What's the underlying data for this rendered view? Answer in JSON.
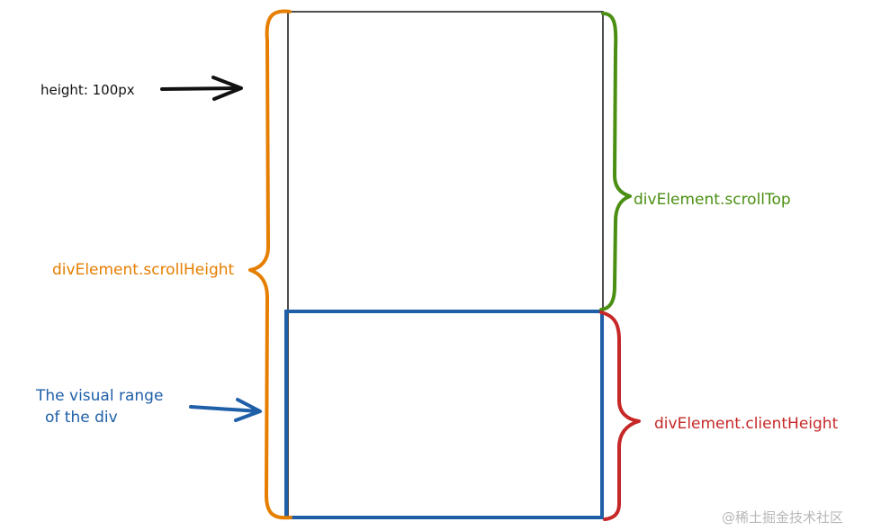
{
  "labels": {
    "height_label": "height: 100px",
    "scroll_height": "divElement.scrollHeight",
    "scroll_top": "divElement.scrollTop",
    "client_height": "divElement.clientHeight",
    "visual_range_line1": "The visual range",
    "visual_range_line2": "of the div"
  },
  "watermark": "@稀土掘金技术社区",
  "colors": {
    "outline": "#222222",
    "orange": "#e67e00",
    "green": "#4a8f12",
    "red": "#c62828",
    "blue": "#1f5fa8"
  }
}
